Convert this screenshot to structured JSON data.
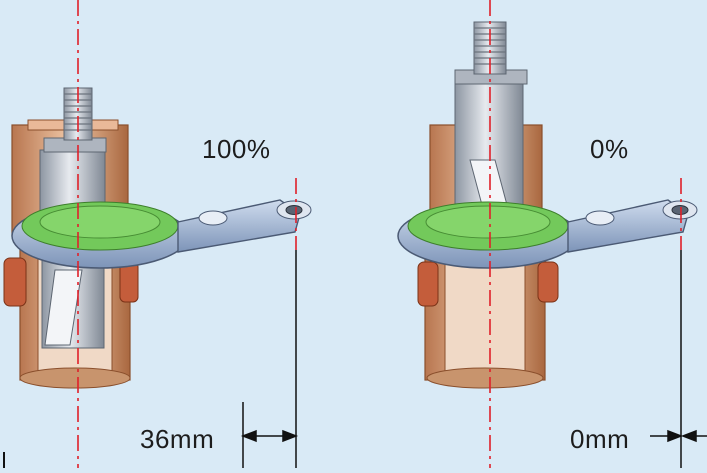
{
  "labels": {
    "left_percent": "100%",
    "right_percent": "0%",
    "left_offset": "36mm",
    "right_offset": "0mm"
  },
  "colors": {
    "background": "#d9eaf6",
    "steel": "#c4c9d1",
    "steel_dark": "#7d8692",
    "copper": "#d9a57d",
    "copper_dark": "#a2643c",
    "green": "#6cc351",
    "blue_ring": "#9fb6d8",
    "centerline": "#e0202a"
  }
}
